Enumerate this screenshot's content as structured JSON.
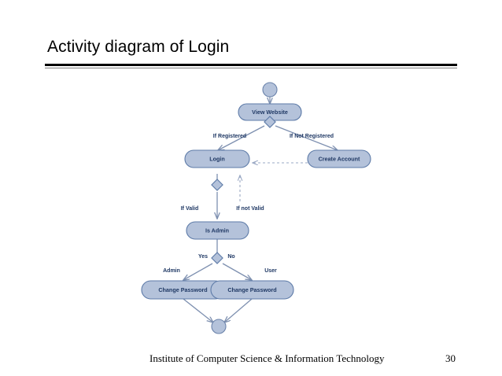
{
  "slide": {
    "title": "Activity diagram of Login",
    "footer_text": "Institute of Computer Science & Information Technology",
    "page_number": "30"
  },
  "colors": {
    "node_fill": "#b4c2da",
    "node_stroke": "#5e7ba8",
    "node_text": "#1f3864",
    "edge": "#7e90b0",
    "rule": "#000000",
    "panel_background": "#ffffff"
  },
  "diagram": {
    "type": "uml-activity-diagram",
    "nodes": [
      {
        "id": "start",
        "kind": "initial-node",
        "label": ""
      },
      {
        "id": "view-website",
        "kind": "activity",
        "label": "View Website"
      },
      {
        "id": "decision-1",
        "kind": "decision",
        "label": ""
      },
      {
        "id": "login",
        "kind": "activity",
        "label": "Login"
      },
      {
        "id": "create-account",
        "kind": "activity",
        "label": "Create Account"
      },
      {
        "id": "decision-2",
        "kind": "decision",
        "label": ""
      },
      {
        "id": "is-admin",
        "kind": "activity",
        "label": "Is Admin"
      },
      {
        "id": "decision-3",
        "kind": "decision",
        "label": ""
      },
      {
        "id": "change-password-admin",
        "kind": "activity",
        "label": "Change Password"
      },
      {
        "id": "change-password-user",
        "kind": "activity",
        "label": "Change Password"
      },
      {
        "id": "end",
        "kind": "final-node",
        "label": ""
      }
    ],
    "edges": [
      {
        "from": "start",
        "to": "view-website",
        "label": "",
        "style": "solid"
      },
      {
        "from": "view-website",
        "to": "decision-1",
        "label": "",
        "style": "solid"
      },
      {
        "from": "decision-1",
        "to": "login",
        "label": "If Registered",
        "style": "solid"
      },
      {
        "from": "decision-1",
        "to": "create-account",
        "label": "If Not Registered",
        "style": "solid"
      },
      {
        "from": "create-account",
        "to": "login",
        "label": "",
        "style": "dashed"
      },
      {
        "from": "login",
        "to": "decision-2",
        "label": "",
        "style": "solid"
      },
      {
        "from": "decision-2",
        "to": "is-admin",
        "label": "If Valid",
        "style": "solid"
      },
      {
        "from": "decision-2",
        "to": "login",
        "label": "If not Valid",
        "style": "dashed"
      },
      {
        "from": "is-admin",
        "to": "decision-3",
        "label": "",
        "style": "solid"
      },
      {
        "from": "decision-3",
        "to": "change-password-admin",
        "label": "Yes",
        "style": "solid"
      },
      {
        "from": "decision-3",
        "to": "change-password-user",
        "label": "No",
        "style": "solid"
      },
      {
        "from": "decision-3",
        "to": "change-password-admin",
        "label": "Admin",
        "style": "solid"
      },
      {
        "from": "decision-3",
        "to": "change-password-user",
        "label": "User",
        "style": "solid"
      },
      {
        "from": "change-password-admin",
        "to": "end",
        "label": "",
        "style": "solid"
      },
      {
        "from": "change-password-user",
        "to": "end",
        "label": "",
        "style": "solid"
      }
    ],
    "labels": {
      "view_website": "View Website",
      "if_registered": "If Registered",
      "if_not_registered": "If Not Registered",
      "login": "Login",
      "create_account": "Create Account",
      "if_valid": "If Valid",
      "if_not_valid": "If not Valid",
      "is_admin": "Is Admin",
      "yes": "Yes",
      "no": "No",
      "admin": "Admin",
      "user": "User",
      "change_password_admin": "Change Password",
      "change_password_user": "Change Password"
    }
  }
}
